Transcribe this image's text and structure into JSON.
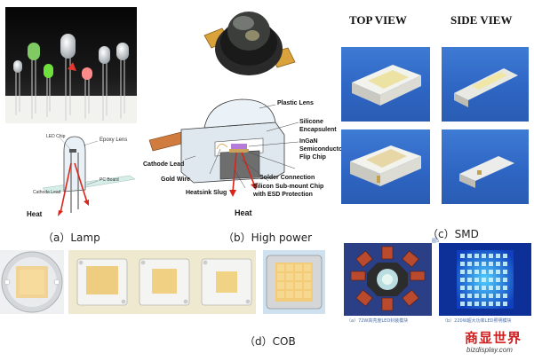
{
  "captions": {
    "lamp": "（a）Lamp",
    "high_power": "（b）High power",
    "smd": "（c）SMD",
    "cob": "（d）COB"
  },
  "smd_headers": {
    "top_view": "TOP VIEW",
    "side_view": "SIDE VIEW"
  },
  "smd_figure_note": "图5",
  "lamp_diagram": {
    "led_chip": "LED Chip",
    "epoxy_lens": "Epoxy Lens",
    "pc_board": "PC Board",
    "cathode_lead": "Cathode Lead",
    "heat": "Heat"
  },
  "high_power_diagram": {
    "plastic_lens": "Plastic Lens",
    "silicone_encapsulent": [
      "Silicone",
      "Encapsulent"
    ],
    "chip": [
      "InGaN",
      "Semiconductor",
      "Flip Chip"
    ],
    "cathode_lead": "Cathode Lead",
    "gold_wire": "Gold Wire",
    "solder_connection": "Solder Connection",
    "heatsink_slug": "Heatsink Slug",
    "submount": [
      "Silicon Sub-mount Chip",
      "with ESD Protection"
    ],
    "heat": "Heat"
  },
  "module_captions": {
    "left": "（a）72W高亮度LED封装模块",
    "right": "（b）220W超大功率LED照明模块"
  },
  "watermark": {
    "title": "商显世界",
    "subtitle": "bizdisplay.com"
  },
  "colors": {
    "heat_arrow": "#d8261b",
    "smd_bg": "#2f68c6",
    "watermark_red": "#cc1f1f"
  }
}
